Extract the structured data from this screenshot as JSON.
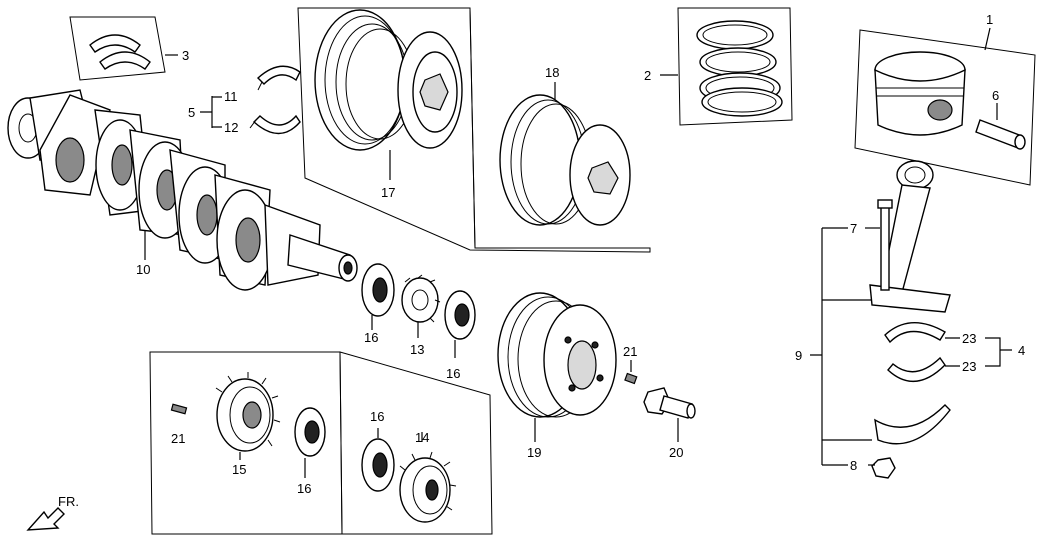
{
  "callouts": {
    "c1": "1",
    "c2": "2",
    "c3": "3",
    "c4": "4",
    "c5": "5",
    "c6": "6",
    "c7": "7",
    "c8": "8",
    "c9": "9",
    "c10": "10",
    "c11": "11",
    "c12": "12",
    "c13": "13",
    "c14": "14",
    "c15": "15",
    "c16a": "16",
    "c16b": "16",
    "c16c": "16",
    "c16d": "16",
    "c17": "17",
    "c18": "18",
    "c19": "19",
    "c20": "20",
    "c21a": "21",
    "c21b": "21",
    "c23a": "23",
    "c23b": "23"
  },
  "direction_label": "FR."
}
